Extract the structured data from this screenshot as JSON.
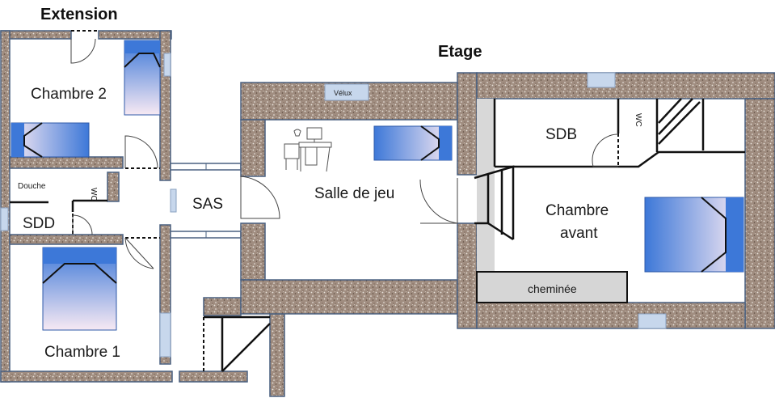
{
  "titles": {
    "extension": "Extension",
    "etage": "Etage"
  },
  "rooms": {
    "chambre2": "Chambre 2",
    "douche": "Douche",
    "wc_left": "WC",
    "sdd": "SDD",
    "chambre1": "Chambre 1",
    "sas": "SAS",
    "velux": "Vélux",
    "salle_de_jeu": "Salle de jeu",
    "sdb": "SDB",
    "wc_right": "WC",
    "chambre_avant_1": "Chambre",
    "chambre_avant_2": "avant",
    "cheminee": "cheminée"
  },
  "colors": {
    "wall_fill": "#a08d80",
    "wall_edge": "#4a6080",
    "bed_blue": "#3d78d8",
    "window": "#c7d7ec",
    "chimney": "#d6d6d6"
  },
  "icons": [
    "door-swing-icon",
    "bed-icon",
    "stairs-icon",
    "desk-icon",
    "window-icon"
  ]
}
